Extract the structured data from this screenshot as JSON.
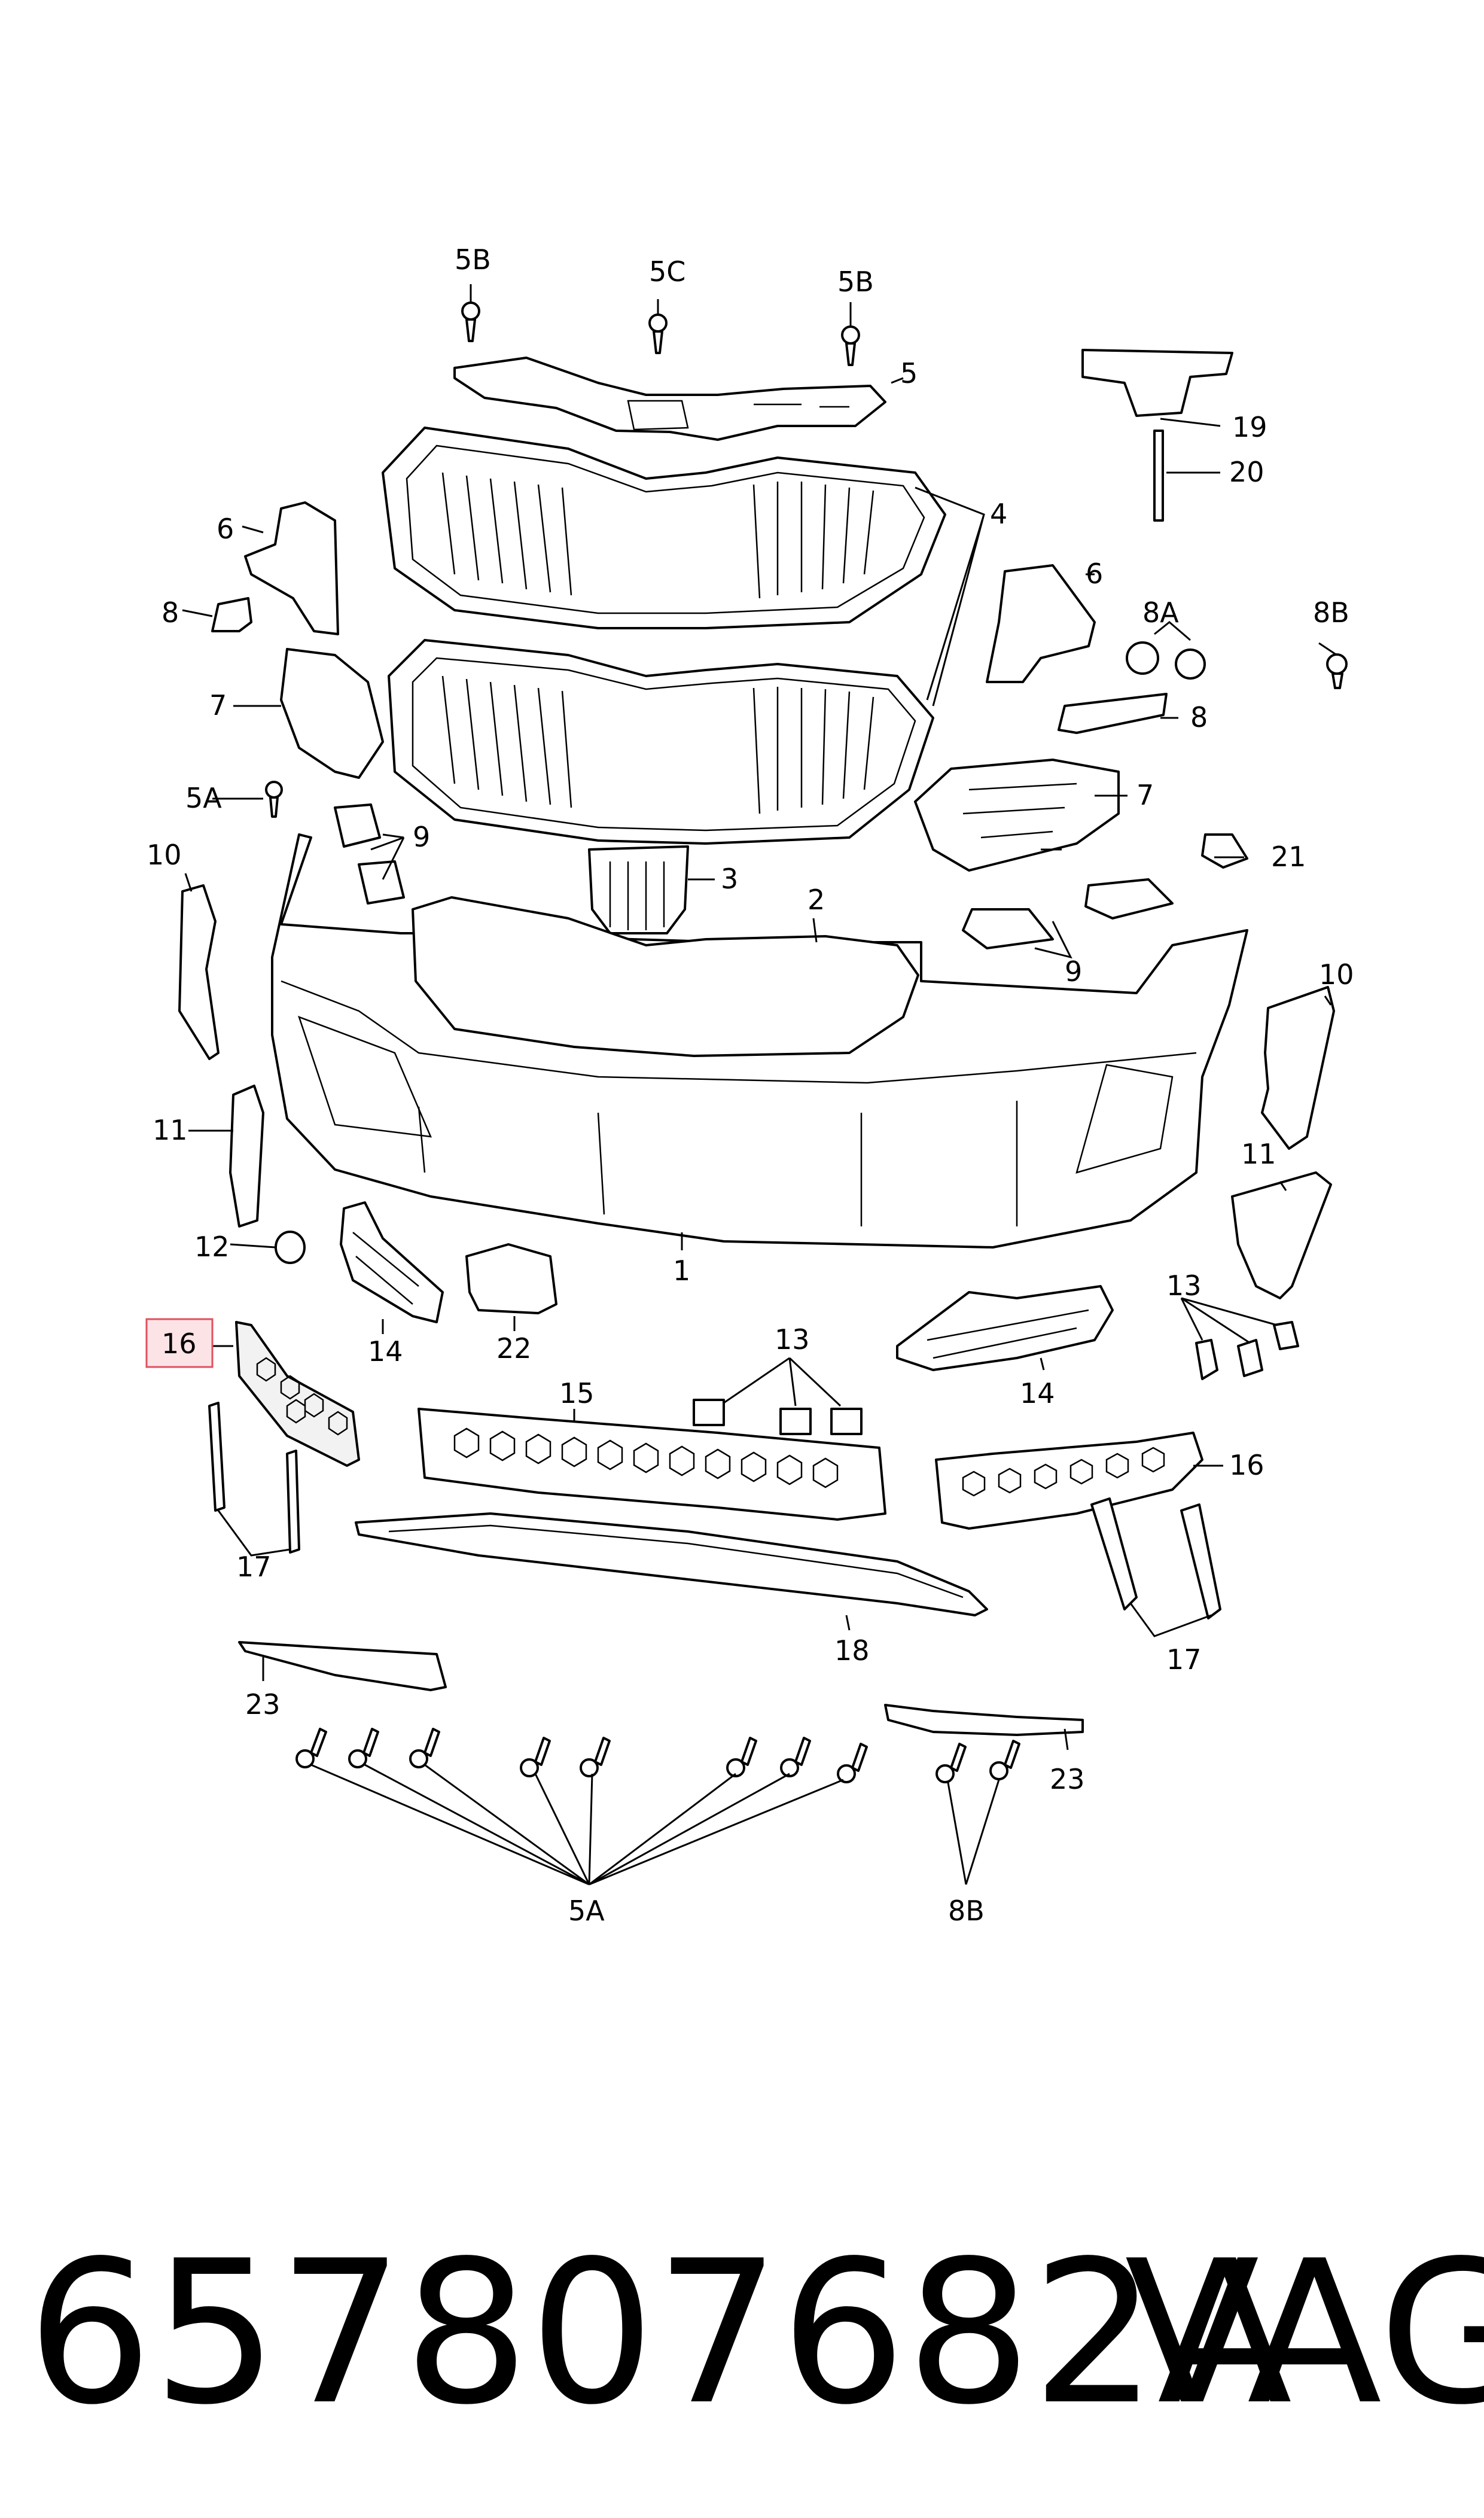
{
  "diagram": {
    "callouts": {
      "c1": "1",
      "c2": "2",
      "c3": "3",
      "c4": "4",
      "c5": "5",
      "c5A_left": "5A",
      "c5A_bottom": "5A",
      "c5B_left": "5B",
      "c5B_right": "5B",
      "c5C": "5C",
      "c6_left": "6",
      "c6_right": "6",
      "c7_left": "7",
      "c7_right": "7",
      "c8_left": "8",
      "c8_right": "8",
      "c8A": "8A",
      "c8B_top": "8B",
      "c8B_bottom": "8B",
      "c9_left": "9",
      "c9_right": "9",
      "c10_left": "10",
      "c10_right": "10",
      "c11_left": "11",
      "c11_right": "11",
      "c12": "12",
      "c13_center": "13",
      "c13_right": "13",
      "c14_left": "14",
      "c14_right": "14",
      "c15": "15",
      "c16_left": "16",
      "c16_right": "16",
      "c17_left": "17",
      "c17_right": "17",
      "c18": "18",
      "c19": "19",
      "c20": "20",
      "c21": "21",
      "c22": "22",
      "c23_left": "23",
      "c23_right": "23"
    },
    "highlighted_callout": "16",
    "highlight_color": "#e0505f"
  },
  "footer": {
    "part_number": "657807682A",
    "brand": "VAG"
  }
}
